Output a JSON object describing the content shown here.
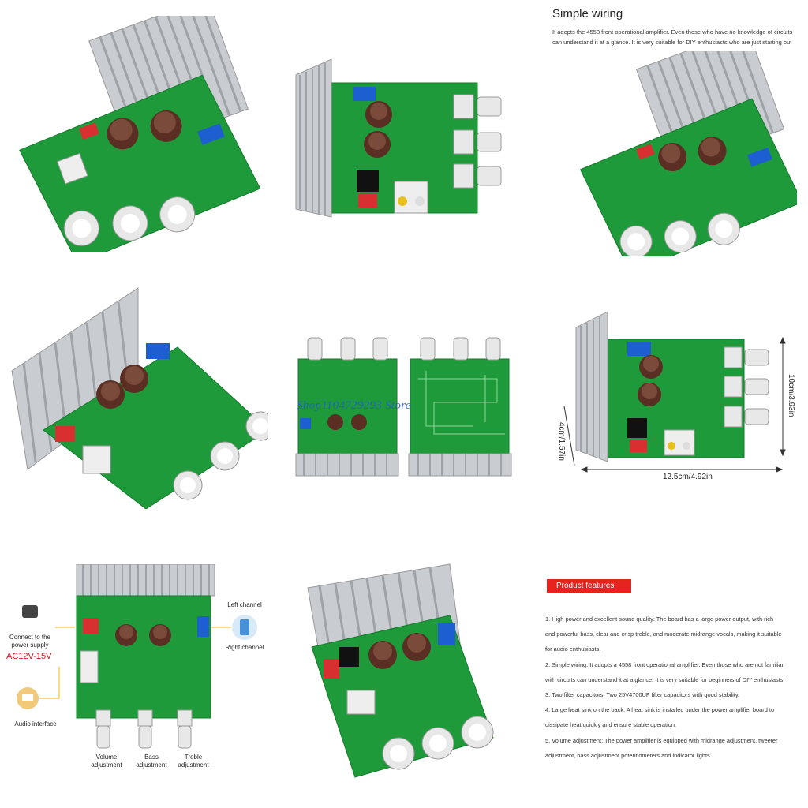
{
  "wiring": {
    "title": "Simple wiring",
    "body": "It adopts the 4558 front operational amplifier. Even those who have no knowledge of circuits can understand it at a glance. It is very suitable for DIY enthusiasts who are just starting out"
  },
  "dimensions": {
    "height": "10cm/3.93in",
    "depth": "4cm/1.57in",
    "width": "12.5cm/4.92in"
  },
  "watermark": "Shop1104729293 Store",
  "diagram": {
    "power_label": "Connect to the power supply",
    "voltage": "AC12V-15V",
    "audio_label": "Audio interface",
    "left_channel": "Left channel",
    "right_channel": "Right channel",
    "volume": "Volume adjustment",
    "bass": "Bass adjustment",
    "treble": "Treble adjustment"
  },
  "features": {
    "badge": "Product features",
    "items": [
      "1. High power and excellent sound quality: The board has a large power output, with rich",
      "and powerful bass, clear and crisp treble, and moderate midrange vocals, making it suitable",
      "for audio enthusiasts.",
      "2. Simple wiring: It adopts a 4558 front operational amplifier. Even those who are not familiar",
      "with circuits can understand it at a glance. It is very suitable for beginners of DIY enthusiasts.",
      "3. Two filter capacitors: Two 25V4700UF filter capacitors with good stability.",
      "4. Large heat sink on the back: A heat sink is installed under the power amplifier board to",
      "dissipate heat quickly and ensure stable operation.",
      "5. Volume adjustment: The power amplifier is equipped with midrange adjustment, tweeter",
      "adjustment, bass adjustment potentiometers and indicator lights."
    ]
  },
  "colors": {
    "pcb": "#1f9a3a",
    "heatsink": "#c9cdd1",
    "accent": "#e52420",
    "terminal": "#1d5fd0",
    "capacitor": "#5a2e22"
  }
}
